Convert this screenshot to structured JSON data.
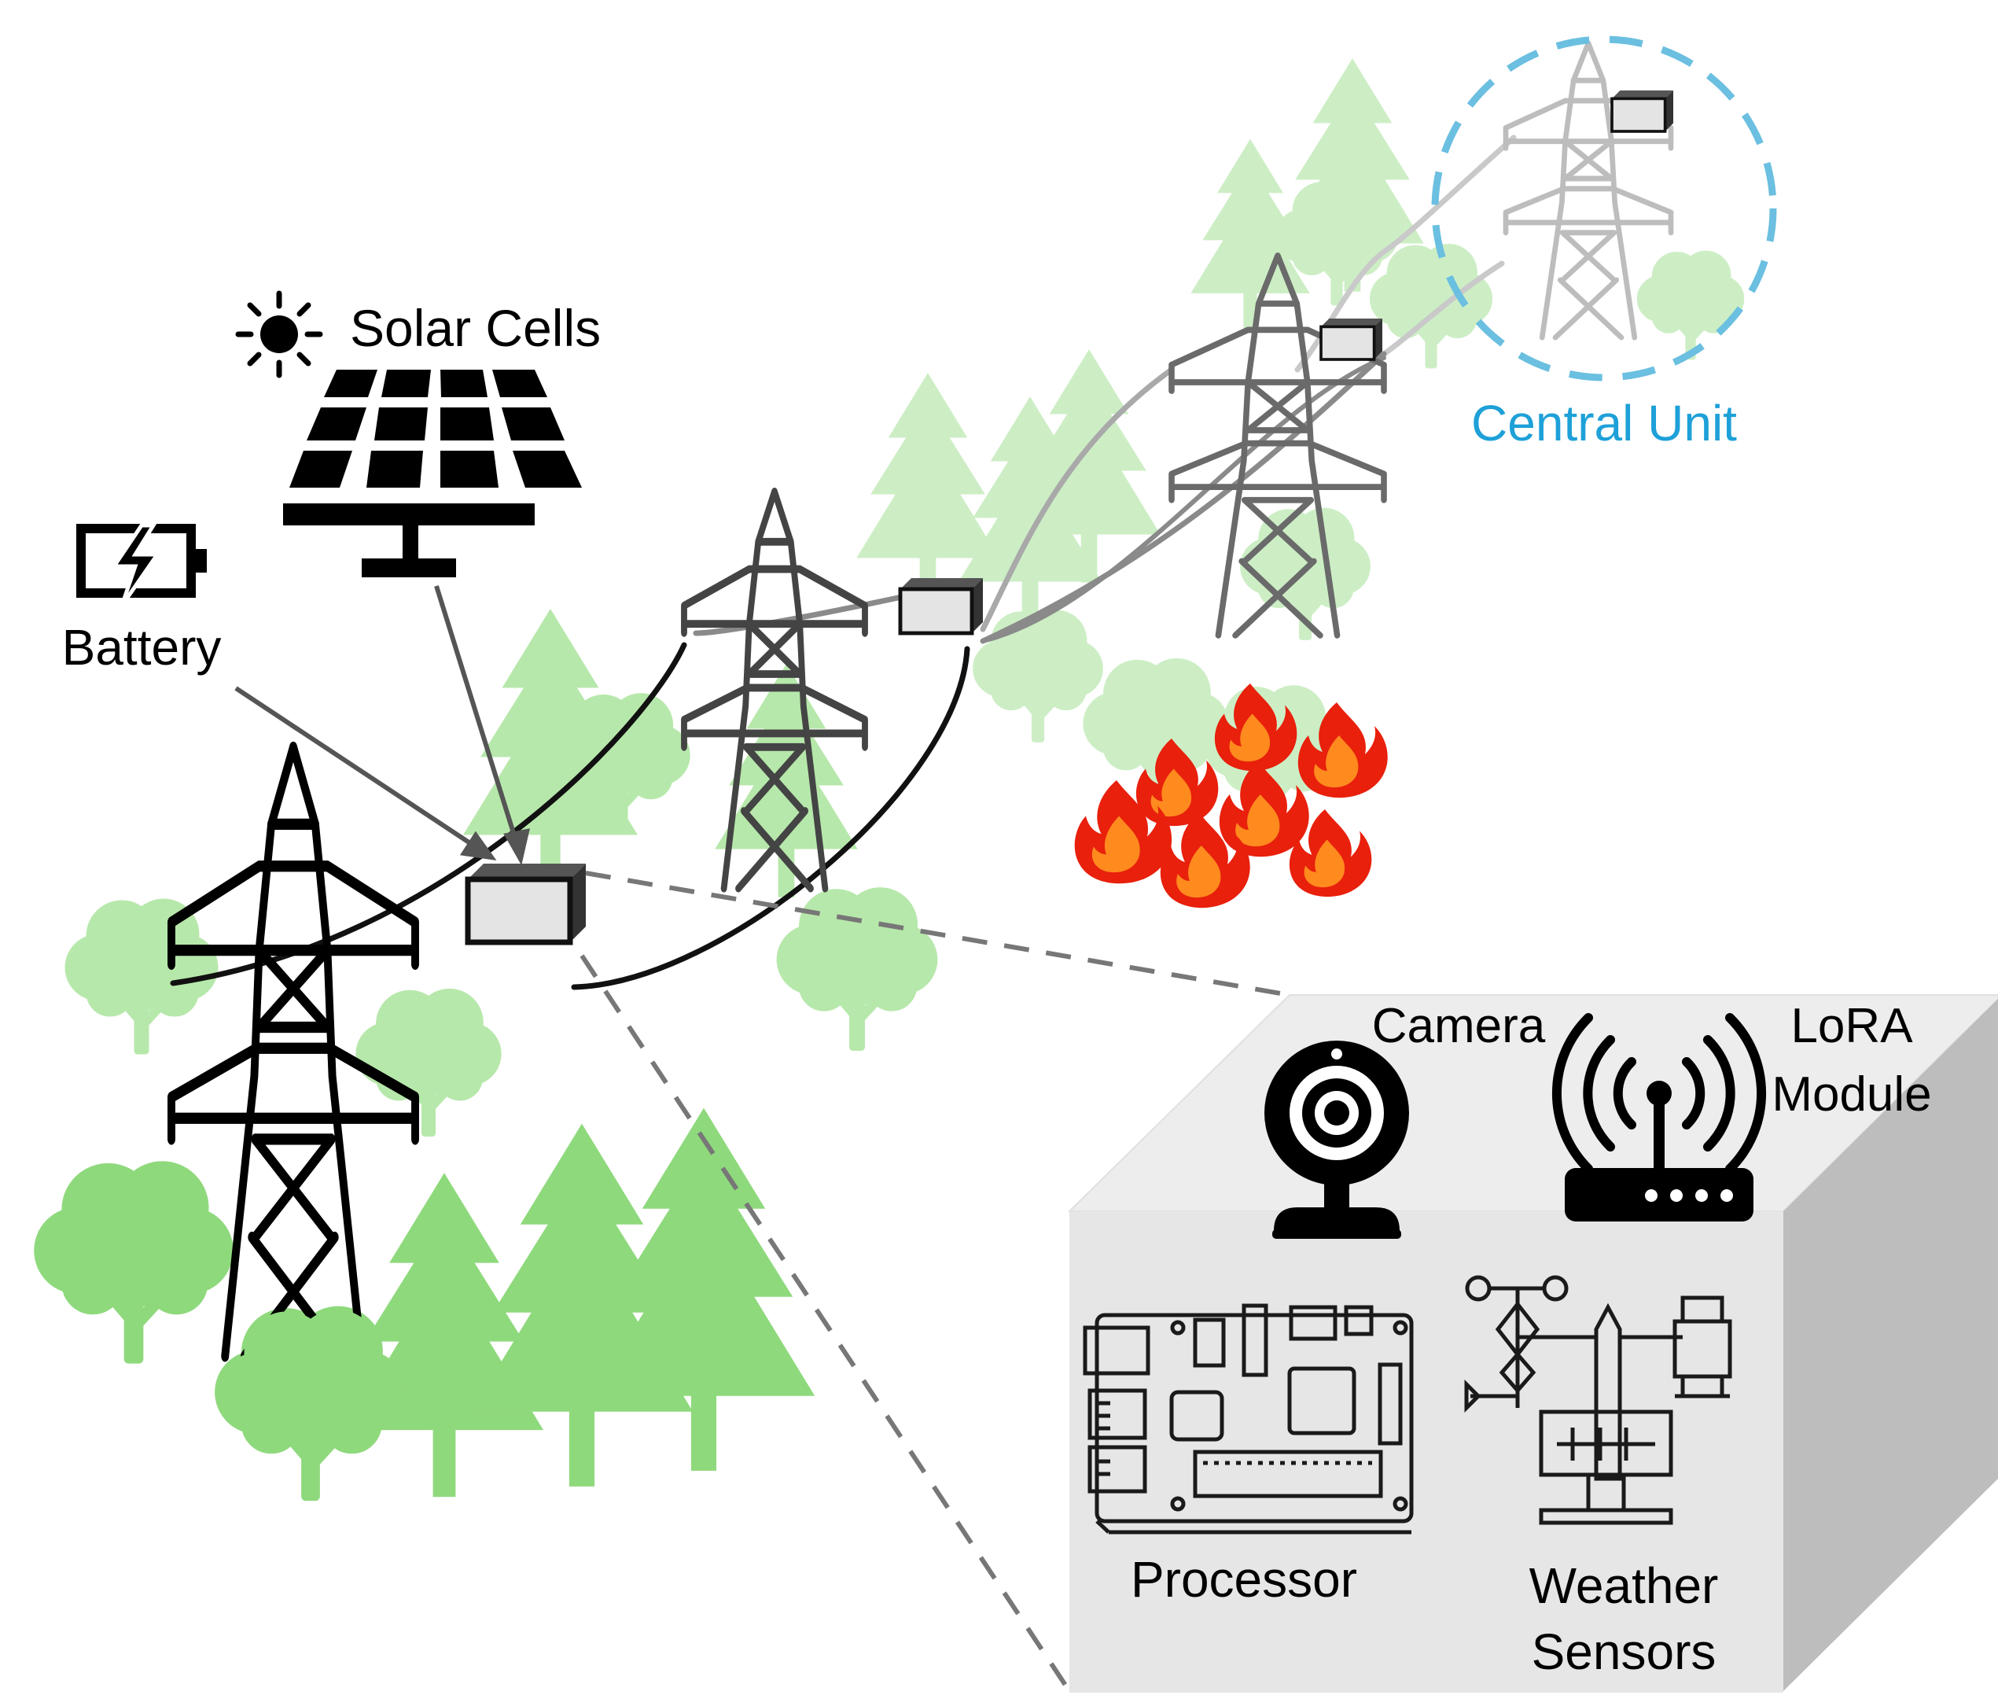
{
  "labels": {
    "solar_cells": "Solar Cells",
    "battery": "Battery",
    "central_unit": "Central Unit",
    "camera": "Camera",
    "lora_line1": "LoRA",
    "lora_line2": "Module",
    "processor": "Processor",
    "weather_line1": "Weather",
    "weather_line2": "Sensors"
  },
  "colors": {
    "tree_light": "#8fd97d",
    "tree_pale": "#cdeec5",
    "central_unit": "#6bbfe0",
    "fire_red": "#e8200c",
    "fire_orange": "#ff8a1e",
    "box_face": "#e6e6e6",
    "box_side": "#bdbdbd",
    "box_top": "#ededed"
  },
  "icons": [
    "sun-icon",
    "solar-panel-icon",
    "battery-charging-icon",
    "webcam-icon",
    "router-antenna-icon",
    "circuit-board-icon",
    "weather-station-icon",
    "fire-icon",
    "tree-icon",
    "power-tower-icon"
  ]
}
